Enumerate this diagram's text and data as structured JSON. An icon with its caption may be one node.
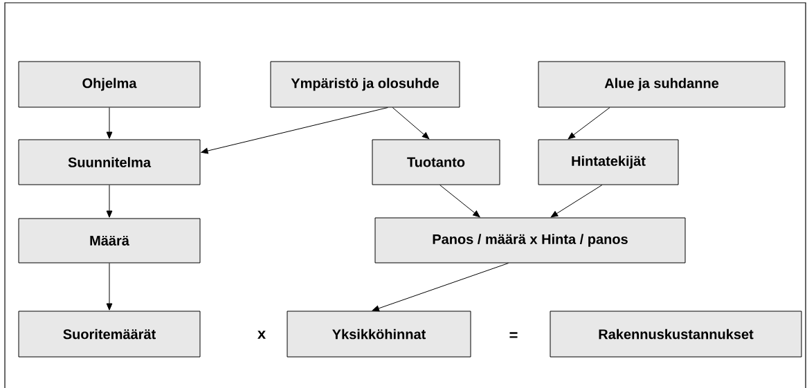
{
  "diagram": {
    "nodes": [
      {
        "text": [
          "Ohjelma"
        ]
      },
      {
        "text": [
          "Ympäristö ja olosuhde"
        ]
      },
      {
        "text": [
          "Alue ja suhdanne"
        ]
      },
      {
        "text": [
          "Suunnitelma"
        ]
      },
      {
        "text": [
          "Tuotanto"
        ]
      },
      {
        "text": [
          "Hintatekijät"
        ]
      },
      {
        "text": [
          "Määrä"
        ]
      },
      {
        "text": [
          "Panos / määrä x Hinta / panos"
        ]
      },
      {
        "text": [
          "Suoritemäärät"
        ]
      },
      {
        "text": [
          "Yksikköhinnat"
        ]
      },
      {
        "text": [
          "Rakennuskustannukset"
        ]
      }
    ],
    "edges": [
      {
        "from": 0,
        "to": 3,
        "arrow": "to"
      },
      {
        "from": 1,
        "to": 3,
        "arrow": "to"
      },
      {
        "from": 1,
        "to": 4,
        "arrow": "to"
      },
      {
        "from": 2,
        "to": 5,
        "arrow": "to"
      },
      {
        "from": 3,
        "to": 6,
        "arrow": "to"
      },
      {
        "from": 6,
        "to": 8,
        "arrow": "to"
      },
      {
        "from": 4,
        "to": 7,
        "arrow": "to"
      },
      {
        "from": 5,
        "to": 7,
        "arrow": "to"
      },
      {
        "from": 7,
        "to": 9,
        "arrow": "to"
      }
    ],
    "labels": [
      "x",
      "="
    ]
  }
}
